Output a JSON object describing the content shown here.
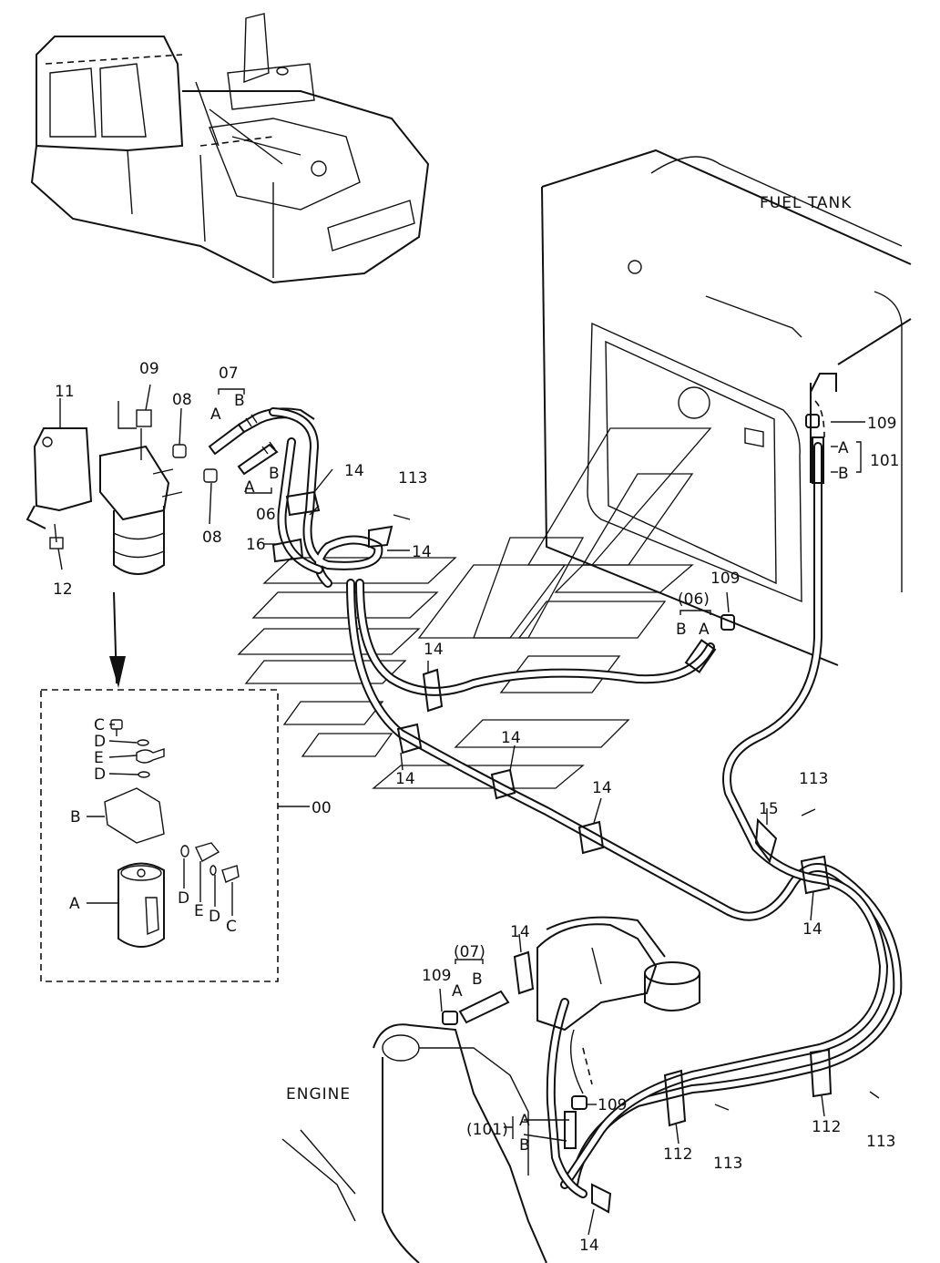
{
  "annotations": {
    "fuel_tank": "FUEL TANK",
    "engine": "ENGINE"
  },
  "callouts": {
    "c09": "09",
    "c07": "07",
    "cA1": "A",
    "cB1": "B",
    "c11": "11",
    "c08a": "08",
    "c08b": "08",
    "c12": "12",
    "cA2": "A",
    "cB2": "B",
    "c06": "06",
    "c14a": "14",
    "c113a": "113",
    "c16": "16",
    "c14b": "14",
    "c109a": "109",
    "cA3": "A",
    "cB3": "B",
    "c101": "101",
    "c109b": "109",
    "c06p": "(06)",
    "cB4": "B",
    "cA4": "A",
    "c14c": "14",
    "c14d": "14",
    "c14e": "14",
    "c14f": "14",
    "c113b": "113",
    "c15": "15",
    "c14g": "14",
    "c00": "00",
    "c14h": "14",
    "c07p": "(07)",
    "c109c": "109",
    "cA5": "A",
    "cB5": "B",
    "c109d": "109",
    "c101p": "(101)",
    "cA6": "A",
    "cB6": "B",
    "c112a": "112",
    "c113c": "113",
    "c112b": "112",
    "c113d": "113",
    "c14i": "14"
  },
  "detail_box": {
    "C1": "C",
    "D1": "D",
    "E1": "E",
    "D2": "D",
    "B": "B",
    "A": "A",
    "D3": "D",
    "E2": "E",
    "D4": "D",
    "C2": "C"
  }
}
